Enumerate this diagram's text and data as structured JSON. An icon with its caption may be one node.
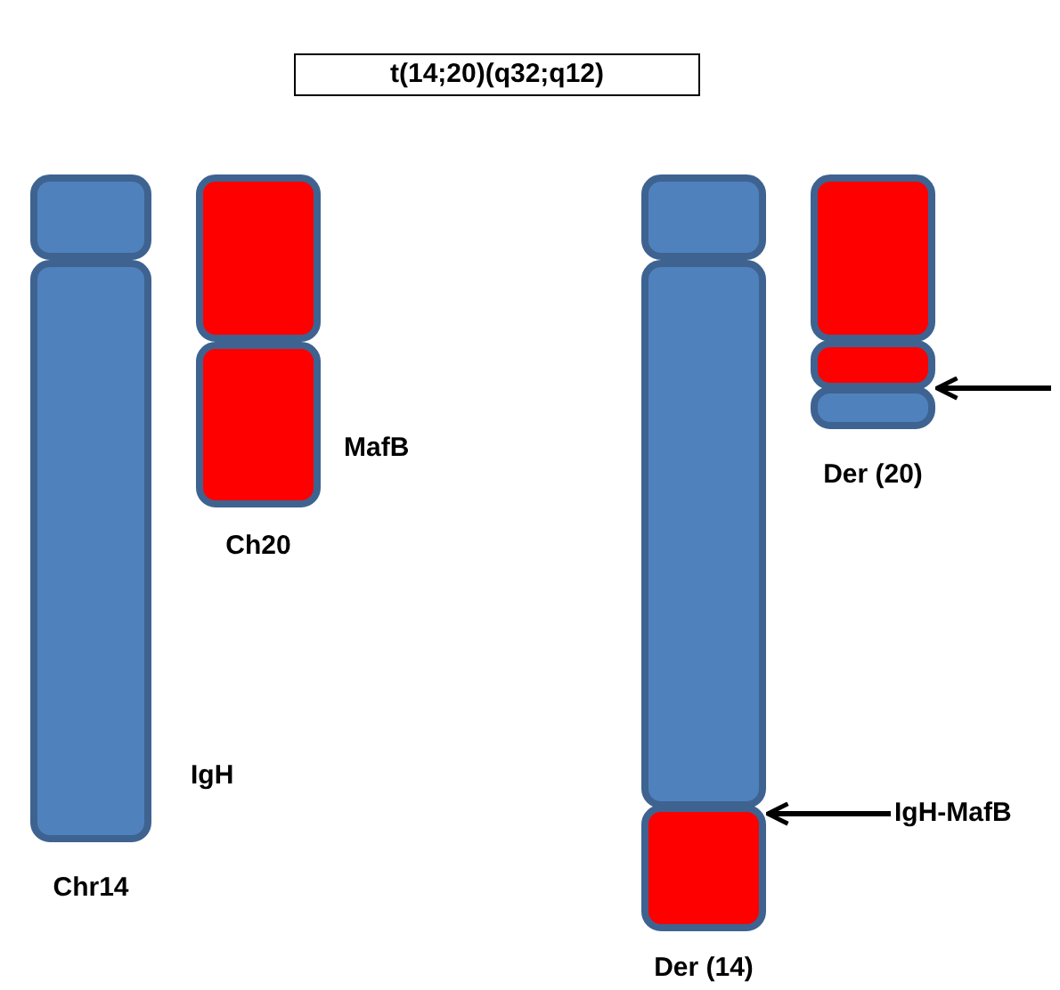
{
  "diagram": {
    "title": "t(14;20)(q32;q12)",
    "nodes": [
      {
        "text": [
          "Chr14"
        ],
        "beside": [
          "IgH"
        ]
      },
      {
        "text": [
          "Ch20"
        ],
        "beside": [
          "MafB"
        ]
      },
      {
        "text": [
          "Der (20)"
        ]
      },
      {
        "text": [
          "Der (14)"
        ]
      },
      {
        "text": [
          "IgH-MafB"
        ]
      }
    ],
    "edges": [
      {
        "from": null,
        "to": 2,
        "arrow": "to"
      },
      {
        "from": 4,
        "to": 3,
        "arrow": "to"
      }
    ]
  }
}
